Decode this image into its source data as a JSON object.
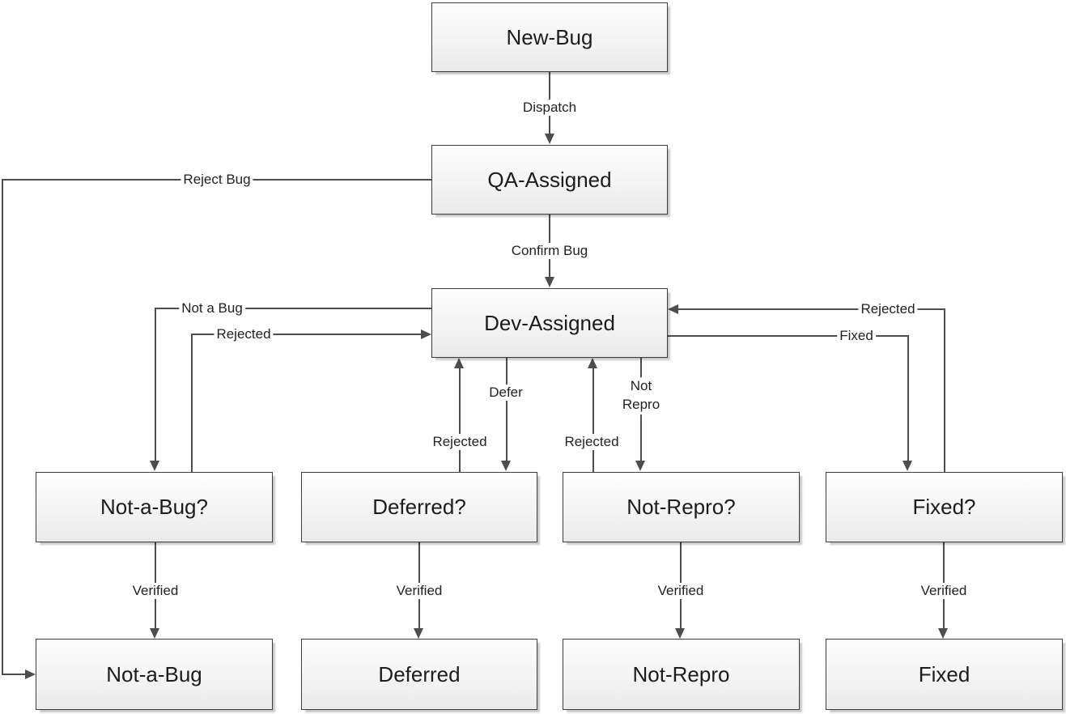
{
  "diagram": {
    "nodes": {
      "new_bug": "New-Bug",
      "qa_assigned": "QA-Assigned",
      "dev_assigned": "Dev-Assigned",
      "not_a_bug_q": "Not-a-Bug?",
      "deferred_q": "Deferred?",
      "not_repro_q": "Not-Repro?",
      "fixed_q": "Fixed?",
      "not_a_bug": "Not-a-Bug",
      "deferred": "Deferred",
      "not_repro": "Not-Repro",
      "fixed": "Fixed"
    },
    "edge_labels": {
      "dispatch": "Dispatch",
      "reject_bug": "Reject Bug",
      "confirm_bug": "Confirm Bug",
      "not_a_bug": "Not a Bug",
      "rejected": "Rejected",
      "defer": "Defer",
      "not_repro": "Not Repro",
      "fixed": "Fixed",
      "verified": "Verified"
    },
    "colors": {
      "connector": "#4d4d4d",
      "node_border": "#3d3d3d",
      "node_fill_top": "#fdfdfd",
      "node_fill_bottom": "#eaeaea",
      "text": "#1c1c1c",
      "background": "#ffffff"
    }
  }
}
